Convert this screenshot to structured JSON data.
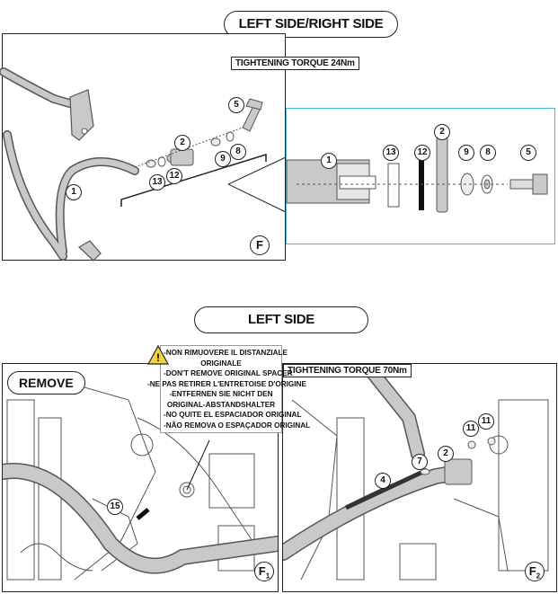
{
  "top_section": {
    "title": "LEFT SIDE/RIGHT SIDE",
    "torque": "TIGHTENING TORQUE 24Nm",
    "figure_label": "F",
    "parts": [
      "1",
      "2",
      "5",
      "8",
      "9",
      "12",
      "13"
    ]
  },
  "bottom_section": {
    "title": "LEFT SIDE",
    "remove_label": "REMOVE",
    "warning_lines": [
      "-NON RIMUOVERE IL DISTANZIALE",
      "ORIGINALE",
      "-DON'T REMOVE ORIGINAL SPACER",
      "-NE PAS RETIRER L'ENTRETOISE D'ORIGINE",
      "-ENTFERNEN SIE NICHT DEN",
      "ORIGINAL-ABSTANDSHALTER",
      "-NO QUITE EL ESPACIADOR ORIGINAL",
      "-NÃO REMOVA O ESPAÇADOR ORIGINAL"
    ],
    "torque": "TIGHTENING TORQUE 70Nm",
    "fig1": {
      "label": "F",
      "sub": "1",
      "parts": [
        "15"
      ]
    },
    "fig2": {
      "label": "F",
      "sub": "2",
      "parts": [
        "2",
        "4",
        "7",
        "11",
        "11"
      ]
    }
  },
  "colors": {
    "frame": "#c9c9c9",
    "frame_stroke": "#555555",
    "detail_border": "#4ab8d8",
    "ink": "#222222",
    "warning": "#f4d23a"
  }
}
